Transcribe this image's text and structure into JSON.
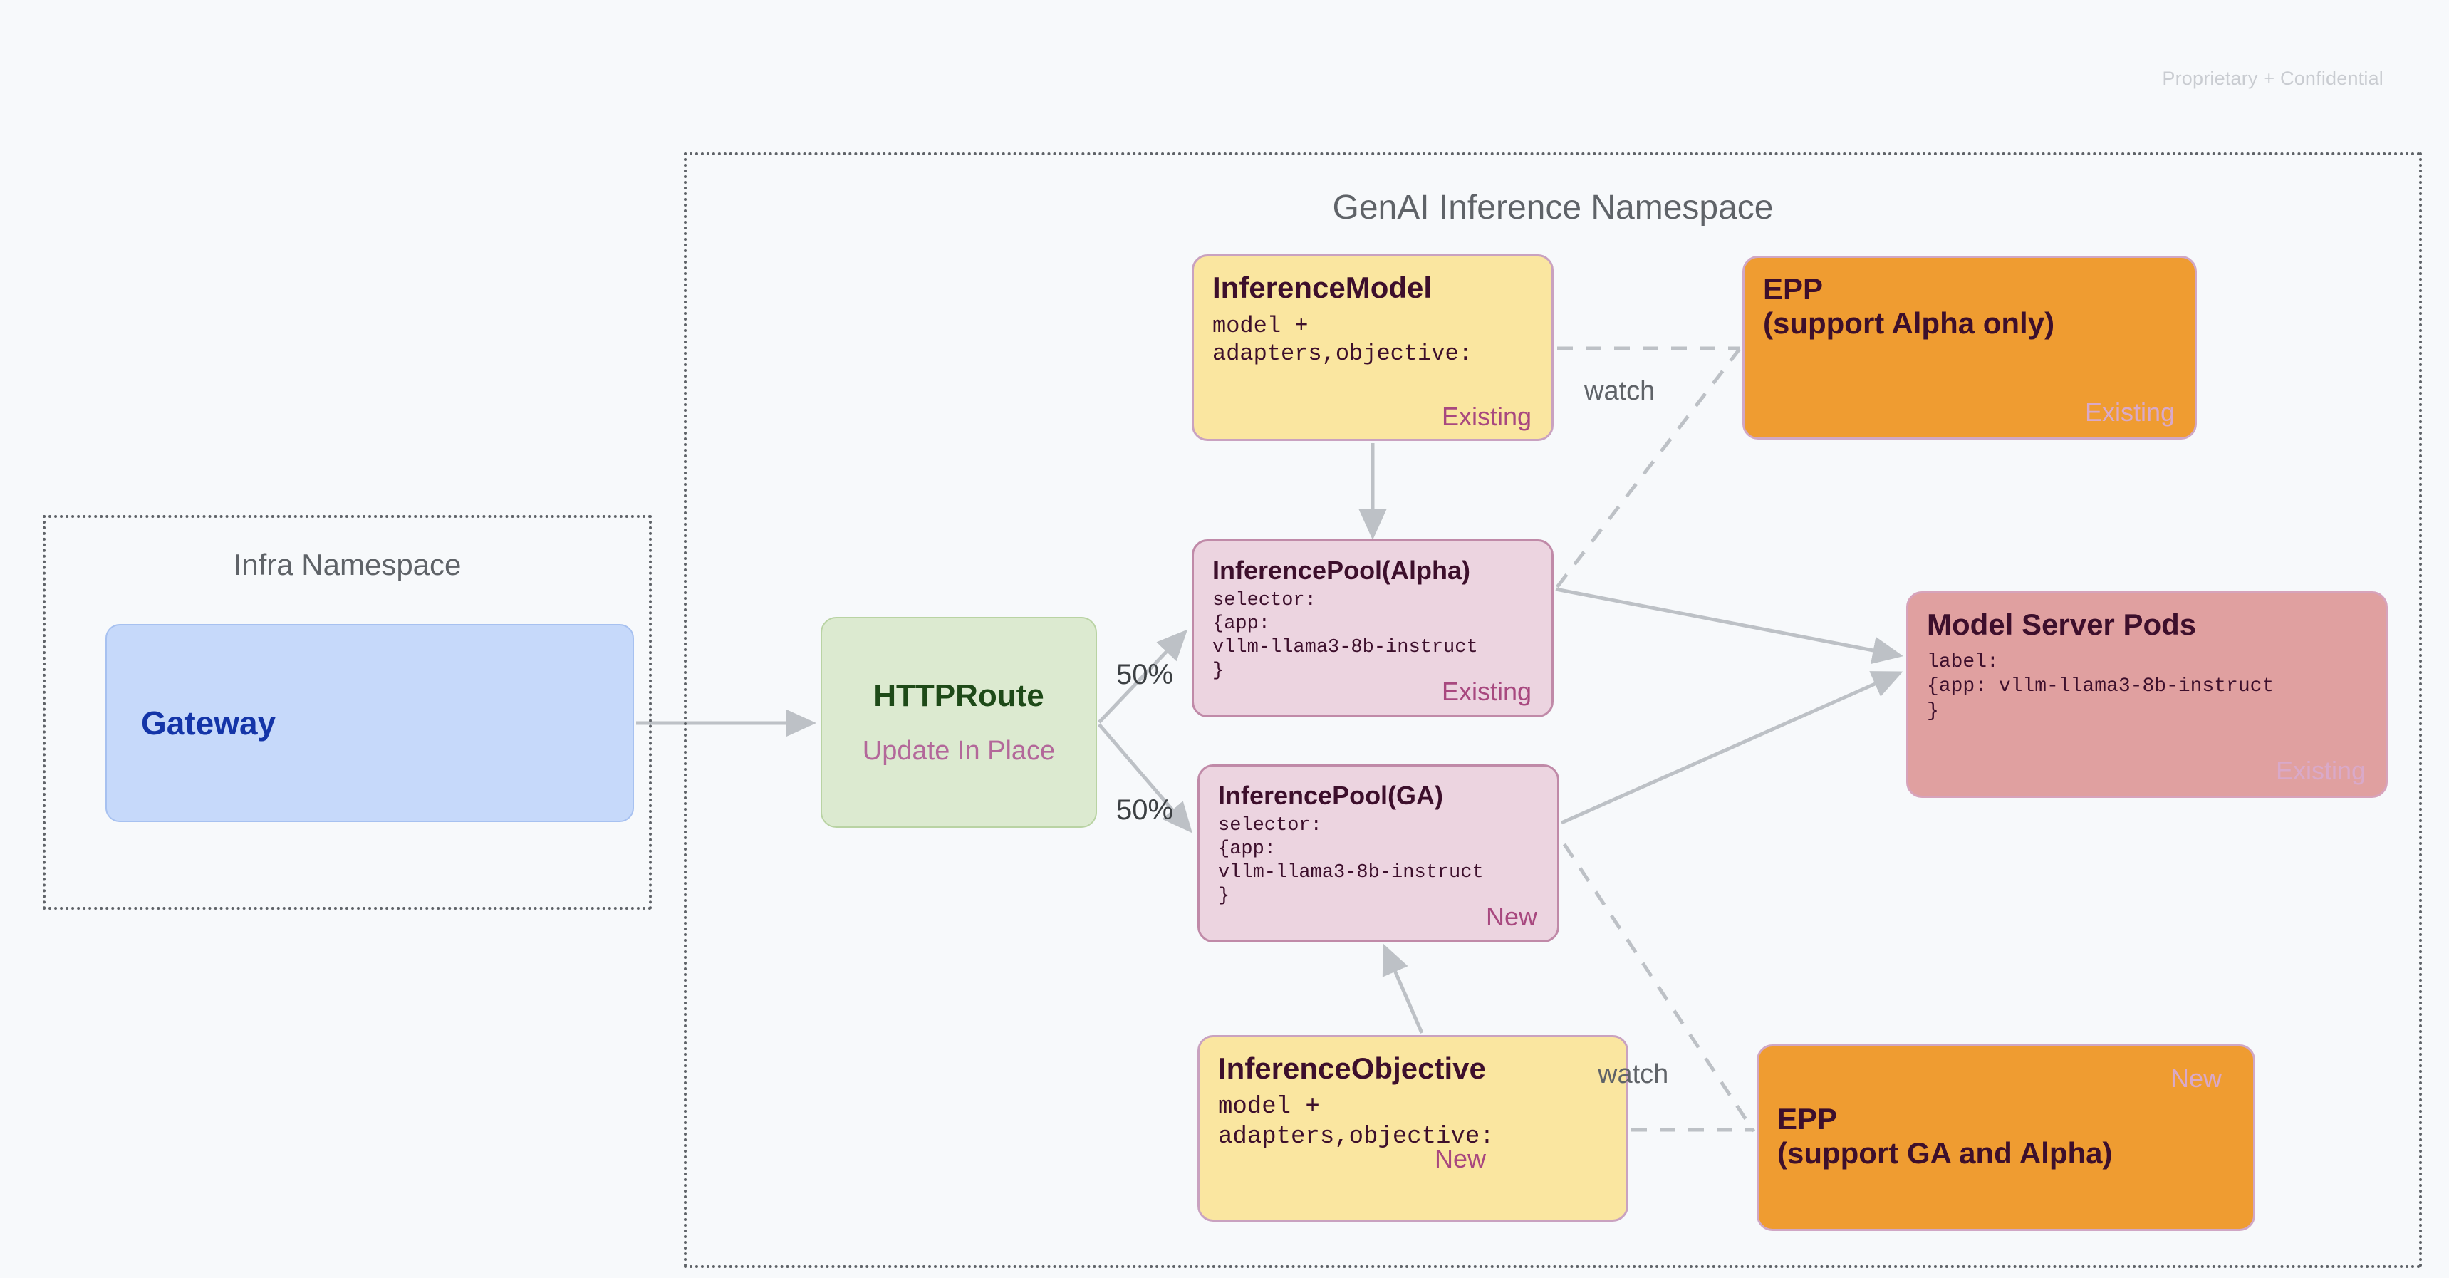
{
  "page": {
    "confidential_note": "Proprietary + Confidential",
    "background_color": "#f7f9fb"
  },
  "namespaces": [
    {
      "id": "genai",
      "title": "GenAI Inference Namespace"
    },
    {
      "id": "infra",
      "title": "Infra Namespace"
    }
  ],
  "nodes": {
    "gateway": {
      "title": "Gateway",
      "color": "#c6d9fa",
      "text_color": "#1435a8"
    },
    "httproute": {
      "title": "HTTPRoute",
      "badge": "Update In Place",
      "color": "#dcead0",
      "text_color": "#1e4a18",
      "badge_color": "#b3689a"
    },
    "inference_model": {
      "title": "InferenceModel",
      "body": "model +\nadapters,objective:",
      "badge": "Existing",
      "color": "#fae6a0",
      "badge_color": "#a8487f"
    },
    "inference_pool_alpha": {
      "title": "InferencePool(Alpha)",
      "body": "selector:\n{app:\nvllm-llama3-8b-instruct\n}",
      "badge": "Existing",
      "color": "#ecd4e0",
      "badge_color": "#a8487f"
    },
    "inference_pool_ga": {
      "title": "InferencePool(GA)",
      "body": "selector:\n{app:\nvllm-llama3-8b-instruct\n}",
      "badge": "New",
      "color": "#ecd4e0",
      "badge_color": "#a8487f"
    },
    "inference_objective": {
      "title": "InferenceObjective",
      "body": "model +\nadapters,objective:",
      "badge": "New",
      "color": "#fae6a0",
      "badge_color": "#a8487f"
    },
    "epp_alpha": {
      "title": "EPP\n(support Alpha only)",
      "badge": "Existing",
      "color": "#ef9c31",
      "badge_color": "#d9a9c9"
    },
    "epp_ga": {
      "title": "EPP\n(support GA and Alpha)",
      "badge": "New",
      "color": "#ef9c31",
      "badge_color": "#d9a9c9"
    },
    "model_server_pods": {
      "title": "Model Server Pods",
      "body": "label:\n{app: vllm-llama3-8b-instruct\n}",
      "badge": "Existing",
      "color": "#e0a0a0",
      "badge_color": "#d9a9c9"
    }
  },
  "edges": {
    "split_top_label": "50%",
    "split_bottom_label": "50%",
    "watch_top_label": "watch",
    "watch_bottom_label": "watch",
    "line_color": "#bdc1c6"
  }
}
